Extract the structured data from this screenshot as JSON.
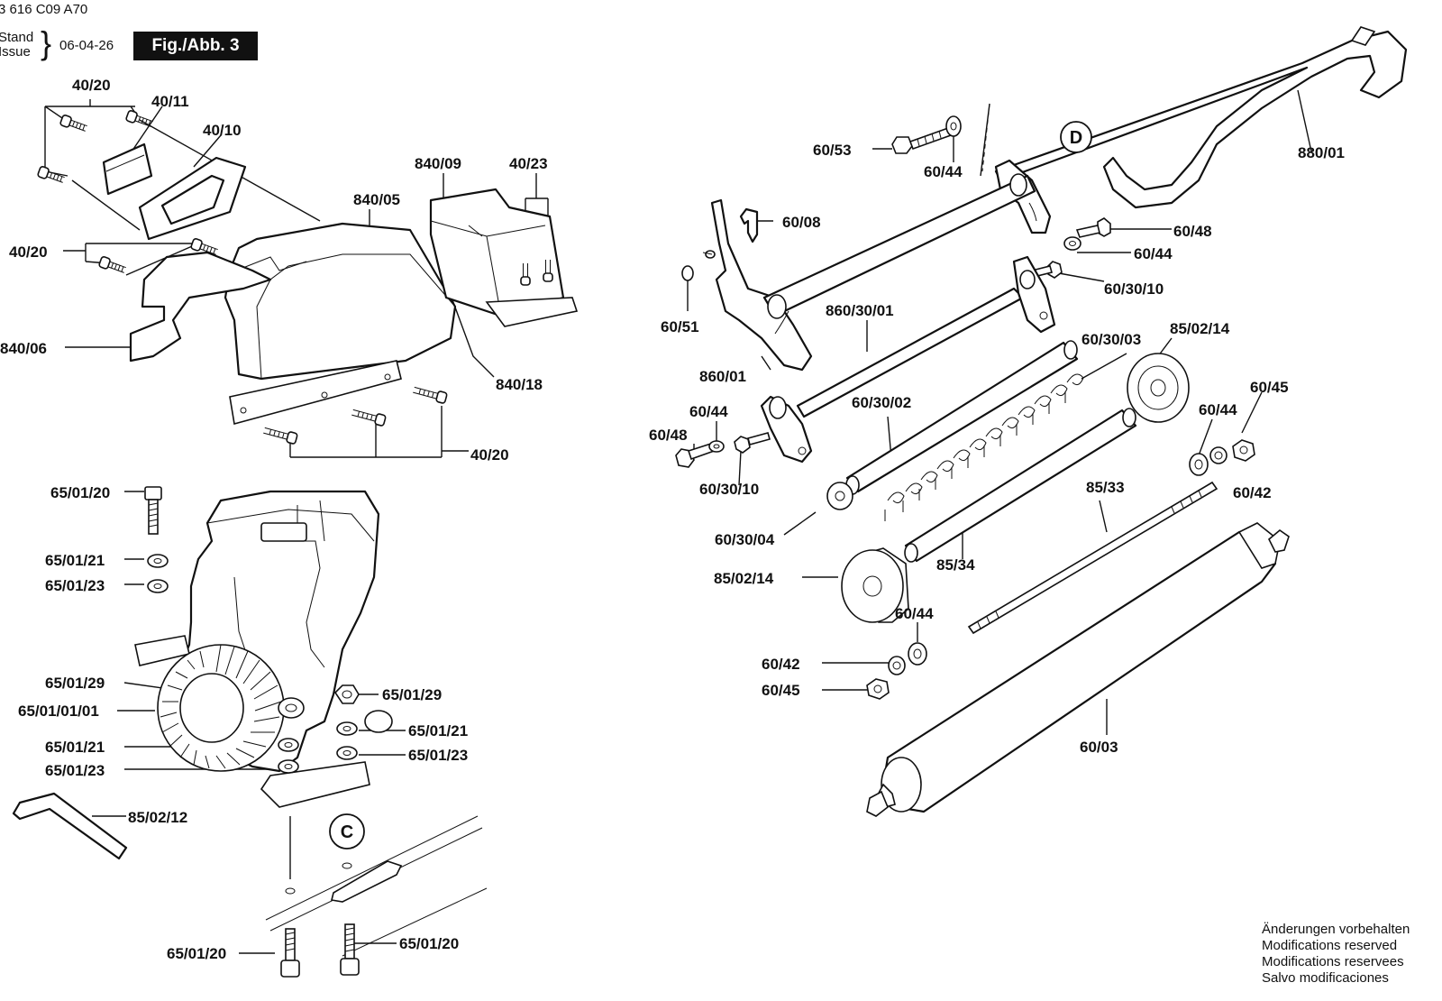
{
  "header": {
    "doc_number": "3 616 C09 A70",
    "stand_label": "Stand",
    "issue_label": "Issue",
    "brace": "}",
    "date": "06-04-26",
    "figure_label": "Fig./Abb. 3"
  },
  "circle_markers": {
    "d": "D",
    "c": "C"
  },
  "labels": {
    "l40_20_top": "40/20",
    "l40_11": "40/11",
    "l40_10": "40/10",
    "l840_09": "840/09",
    "l40_23": "40/23",
    "l840_05": "840/05",
    "l40_20_left": "40/20",
    "l840_06": "840/06",
    "l840_18": "840/18",
    "l40_20_bottom": "40/20",
    "l65_01_20_top": "65/01/20",
    "l65_01_21_top": "65/01/21",
    "l65_01_23_top": "65/01/23",
    "l65_01_29_left": "65/01/29",
    "l65_01_01_01": "65/01/01/01",
    "l65_01_21_left": "65/01/21",
    "l65_01_23_left": "65/01/23",
    "l65_01_29_right": "65/01/29",
    "l65_01_21_right": "65/01/21",
    "l65_01_23_right": "65/01/23",
    "l85_02_12": "85/02/12",
    "l65_01_20_bl": "65/01/20",
    "l65_01_20_br": "65/01/20",
    "l60_53": "60/53",
    "l60_44_top": "60/44",
    "l880_01": "880/01",
    "l60_08": "60/08",
    "l60_48_top": "60/48",
    "l60_44_mid": "60/44",
    "l60_30_10_top": "60/30/10",
    "l60_51": "60/51",
    "l860_30_01": "860/30/01",
    "l60_30_03": "60/30/03",
    "l85_02_14_top": "85/02/14",
    "l860_01": "860/01",
    "l60_45_top": "60/45",
    "l60_44_left": "60/44",
    "l60_30_02": "60/30/02",
    "l60_44_right": "60/44",
    "l60_48_left": "60/48",
    "l60_30_10_bottom": "60/30/10",
    "l85_33": "85/33",
    "l60_42_right": "60/42",
    "l60_30_04": "60/30/04",
    "l85_34": "85/34",
    "l85_02_14_bottom": "85/02/14",
    "l60_44_bottom": "60/44",
    "l60_42_left": "60/42",
    "l60_45_bottom": "60/45",
    "l60_03": "60/03"
  },
  "footer_notes": [
    "Änderungen vorbehalten",
    "Modifications reserved",
    "Modifications reservees",
    "Salvo modificaciones"
  ]
}
